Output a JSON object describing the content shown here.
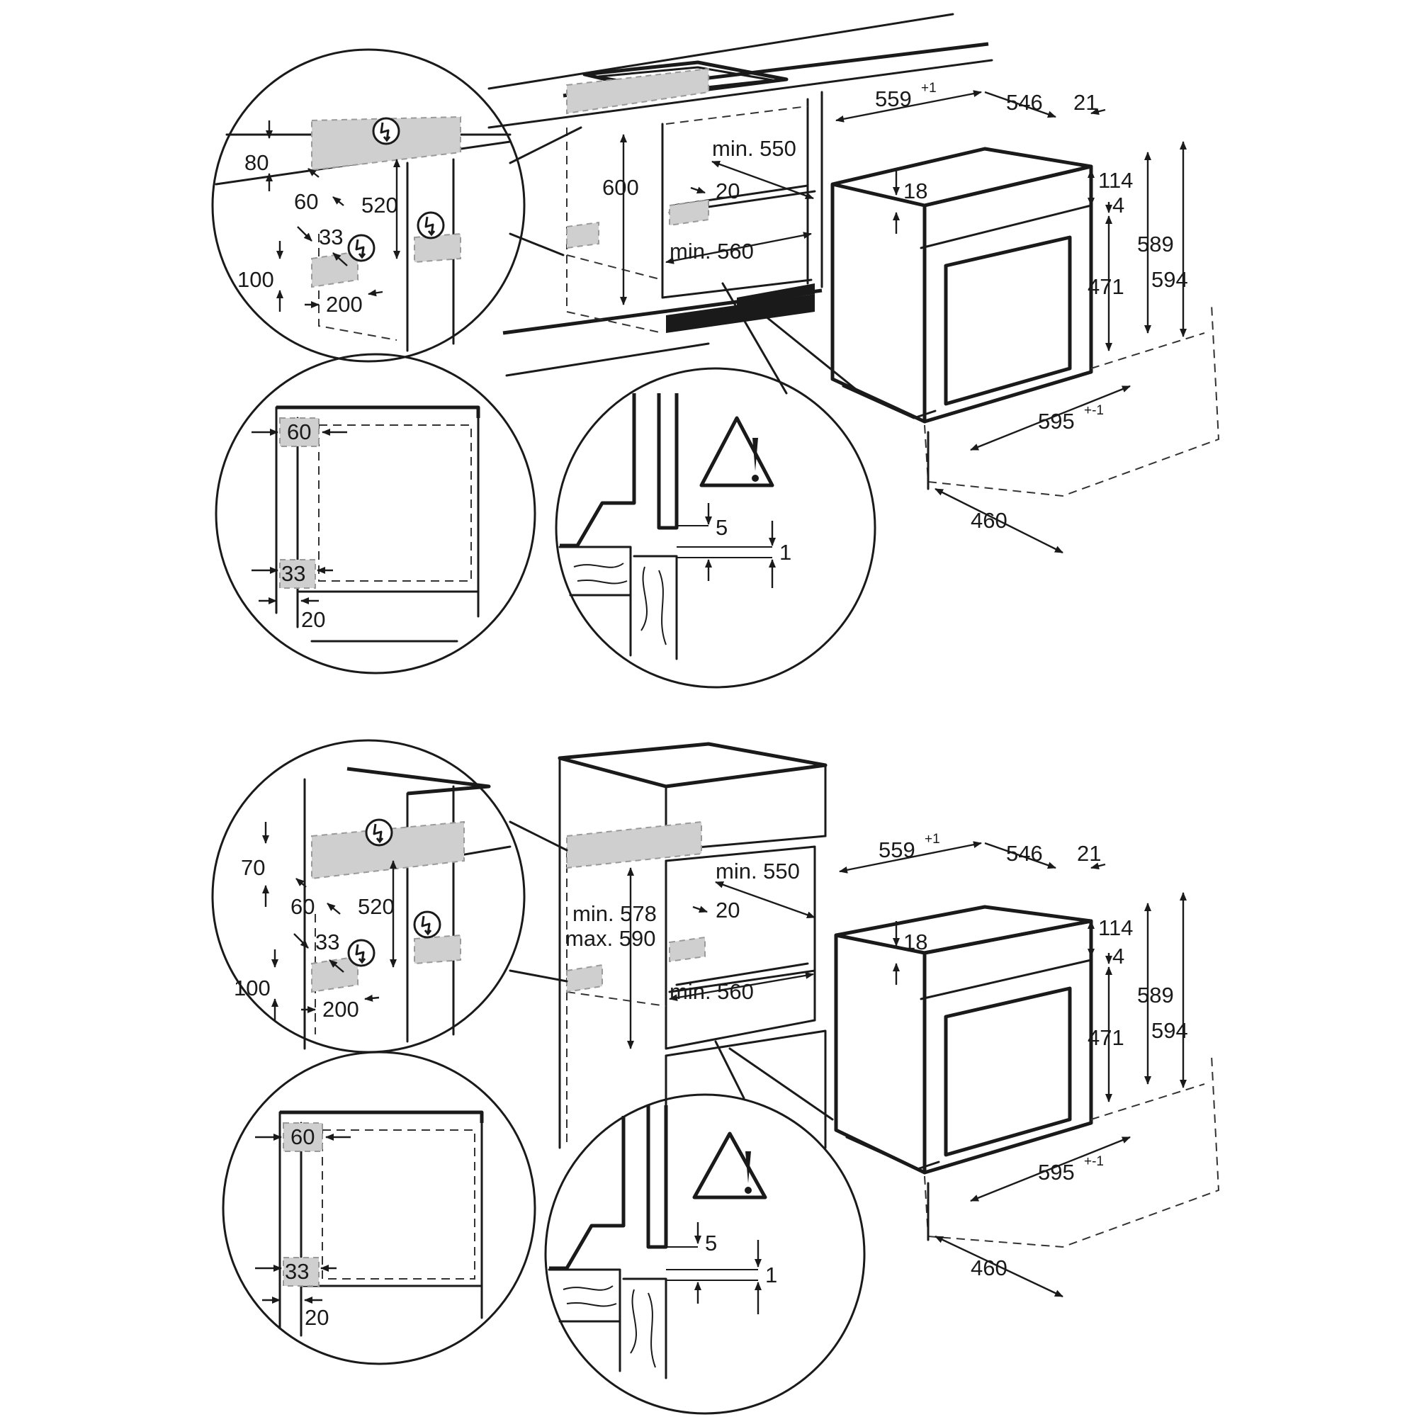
{
  "diagrams": [
    {
      "hob_niche_labels": {
        "d80": "80",
        "d60": "60",
        "d520": "520",
        "d33": "33",
        "d100": "100",
        "d200": "200"
      },
      "cabinet_labels": {
        "d600": "600",
        "min550": "min. 550",
        "d20": "20",
        "min560": "min. 560"
      },
      "vent_detail_labels": {
        "d60": "60",
        "d33": "33",
        "d20": "20"
      },
      "warning_detail_labels": {
        "d5": "5",
        "d1": "1"
      },
      "oven_labels": {
        "w559": "559",
        "w559_tol": "+1",
        "d546": "546",
        "d21": "21",
        "d18": "18",
        "d114": "114",
        "d4": "4",
        "d471": "471",
        "d589": "589",
        "d594": "594",
        "w595": "595",
        "w595_tol": "+-1",
        "d460": "460"
      }
    },
    {
      "hob_niche_labels": {
        "d70": "70",
        "d60": "60",
        "d520": "520",
        "d33": "33",
        "d100": "100",
        "d200": "200"
      },
      "cabinet_labels": {
        "min578": "min. 578",
        "max590": "max. 590",
        "min550": "min. 550",
        "d20": "20",
        "min560": "min. 560"
      },
      "vent_detail_labels": {
        "d60": "60",
        "d33": "33",
        "d20": "20"
      },
      "warning_detail_labels": {
        "d5": "5",
        "d1": "1"
      },
      "oven_labels": {
        "w559": "559",
        "w559_tol": "+1",
        "d546": "546",
        "d21": "21",
        "d18": "18",
        "d114": "114",
        "d4": "4",
        "d471": "471",
        "d589": "589",
        "d594": "594",
        "w595": "595",
        "w595_tol": "+-1",
        "d460": "460"
      }
    }
  ],
  "icons": [
    "electric-symbol-icon",
    "warning-triangle-icon"
  ]
}
